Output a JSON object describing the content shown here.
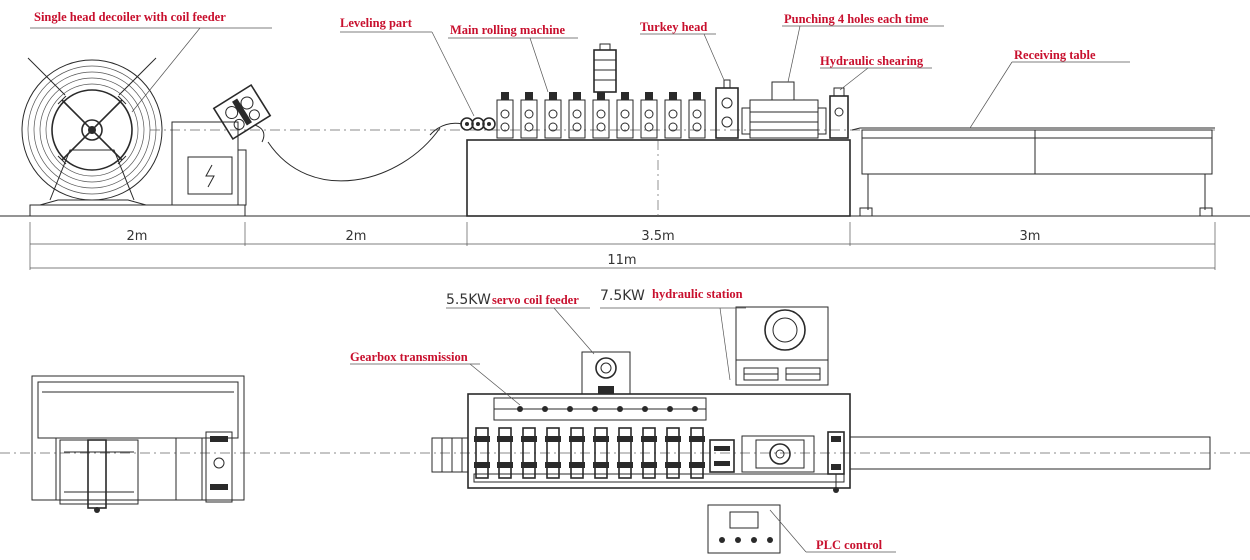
{
  "colors": {
    "label": "#c8102e",
    "line": "#2a2a2a",
    "background": "#ffffff"
  },
  "labels": {
    "decoiler": "Single head decoiler with coil feeder",
    "leveling": "Leveling part",
    "main_rolling": "Main rolling machine",
    "turkey_head": "Turkey head",
    "punching": "Punching 4 holes each time",
    "hydraulic_shearing": "Hydraulic shearing",
    "receiving_table": "Receiving table",
    "servo_feeder": "servo coil feeder",
    "hydraulic_station": "hydraulic station",
    "gearbox": "Gearbox transmission",
    "plc": "PLC control"
  },
  "power": {
    "servo_power": "5.5KW",
    "hydraulic_power": "7.5KW"
  },
  "dimensions": {
    "seg1": "2m",
    "seg2": "2m",
    "seg3": "3.5m",
    "seg4": "3m",
    "total": "11m"
  }
}
